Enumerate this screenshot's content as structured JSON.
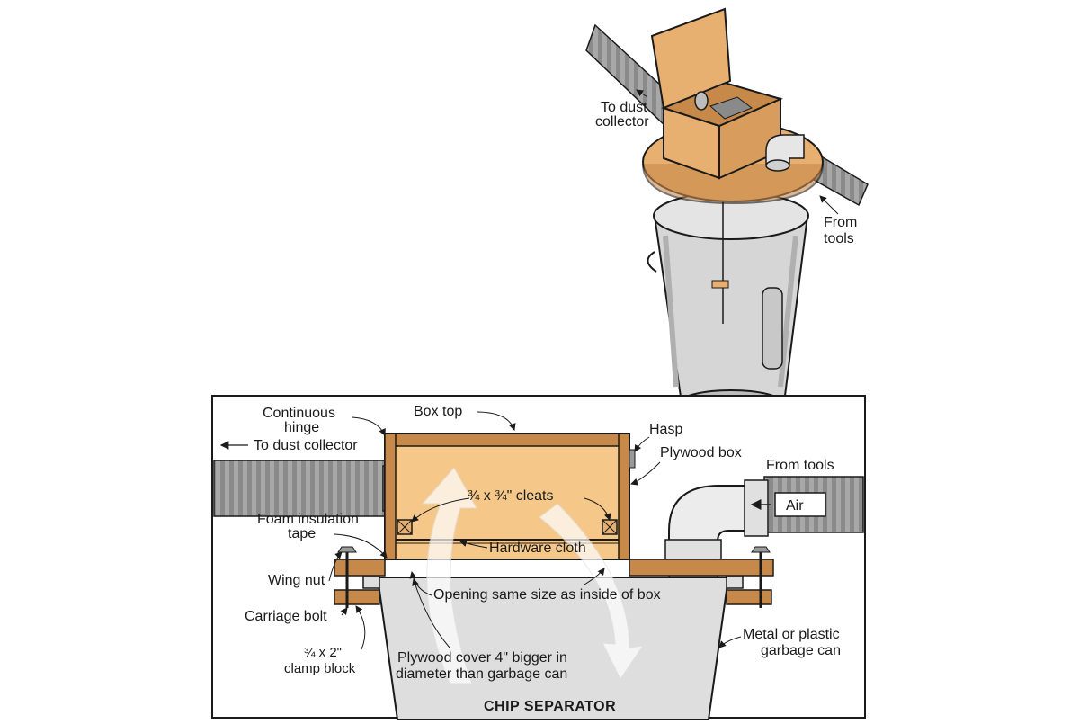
{
  "diagram": {
    "title": "CHIP SEPARATOR",
    "top_view": {
      "to_dust_collector": [
        "To dust",
        "collector"
      ],
      "from_tools": [
        "From",
        "tools"
      ]
    },
    "cross_section": {
      "continuous_hinge": [
        "Continuous",
        "hinge"
      ],
      "box_top": "Box top",
      "hasp": "Hasp",
      "to_dust_collector": "To dust collector",
      "plywood_box": "Plywood box",
      "from_tools": "From tools",
      "air": "Air",
      "cleats": "¾ x ¾\" cleats",
      "foam_insulation_tape": [
        "Foam insulation",
        "tape"
      ],
      "hardware_cloth": "Hardware cloth",
      "wing_nut": "Wing nut",
      "opening": "Opening same size as inside of box",
      "carriage_bolt": "Carriage bolt",
      "clamp_block": [
        "¾ x 2\"",
        "clamp block"
      ],
      "metal_or_plastic_can": [
        "Metal or plastic",
        "garbage can"
      ],
      "plywood_cover": [
        "Plywood cover 4\" bigger in",
        "diameter than garbage can"
      ]
    }
  },
  "colors": {
    "wood": "#e8b070",
    "wood_dark": "#c7894a",
    "metal": "#d6d6d6",
    "metal_dark": "#9a9a9a",
    "hose": "#7a7a7a",
    "outline": "#1a1a1a"
  }
}
